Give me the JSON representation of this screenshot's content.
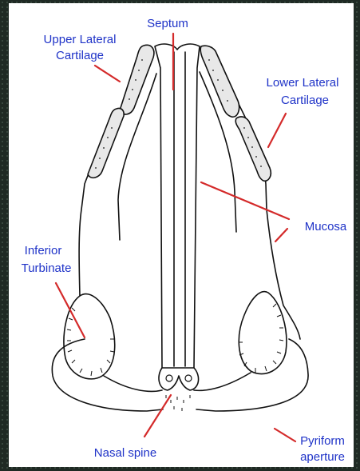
{
  "diagram": {
    "labels": {
      "septum": "Septum",
      "upper_lateral_cartilage": [
        "Upper Lateral",
        "Cartilage"
      ],
      "lower_lateral_cartilage": [
        "Lower Lateral",
        "Cartilage"
      ],
      "mucosa": "Mucosa",
      "inferior_turbinate": [
        "Inferior",
        "Turbinate"
      ],
      "nasal_spine": "Nasal spine",
      "pyriform_aperture": [
        "Pyriform",
        "aperture"
      ]
    },
    "colors": {
      "label_text": "#1f33c8",
      "leader_lines": "#d42a2a",
      "outline": "#111111",
      "background": "#ffffff"
    }
  }
}
